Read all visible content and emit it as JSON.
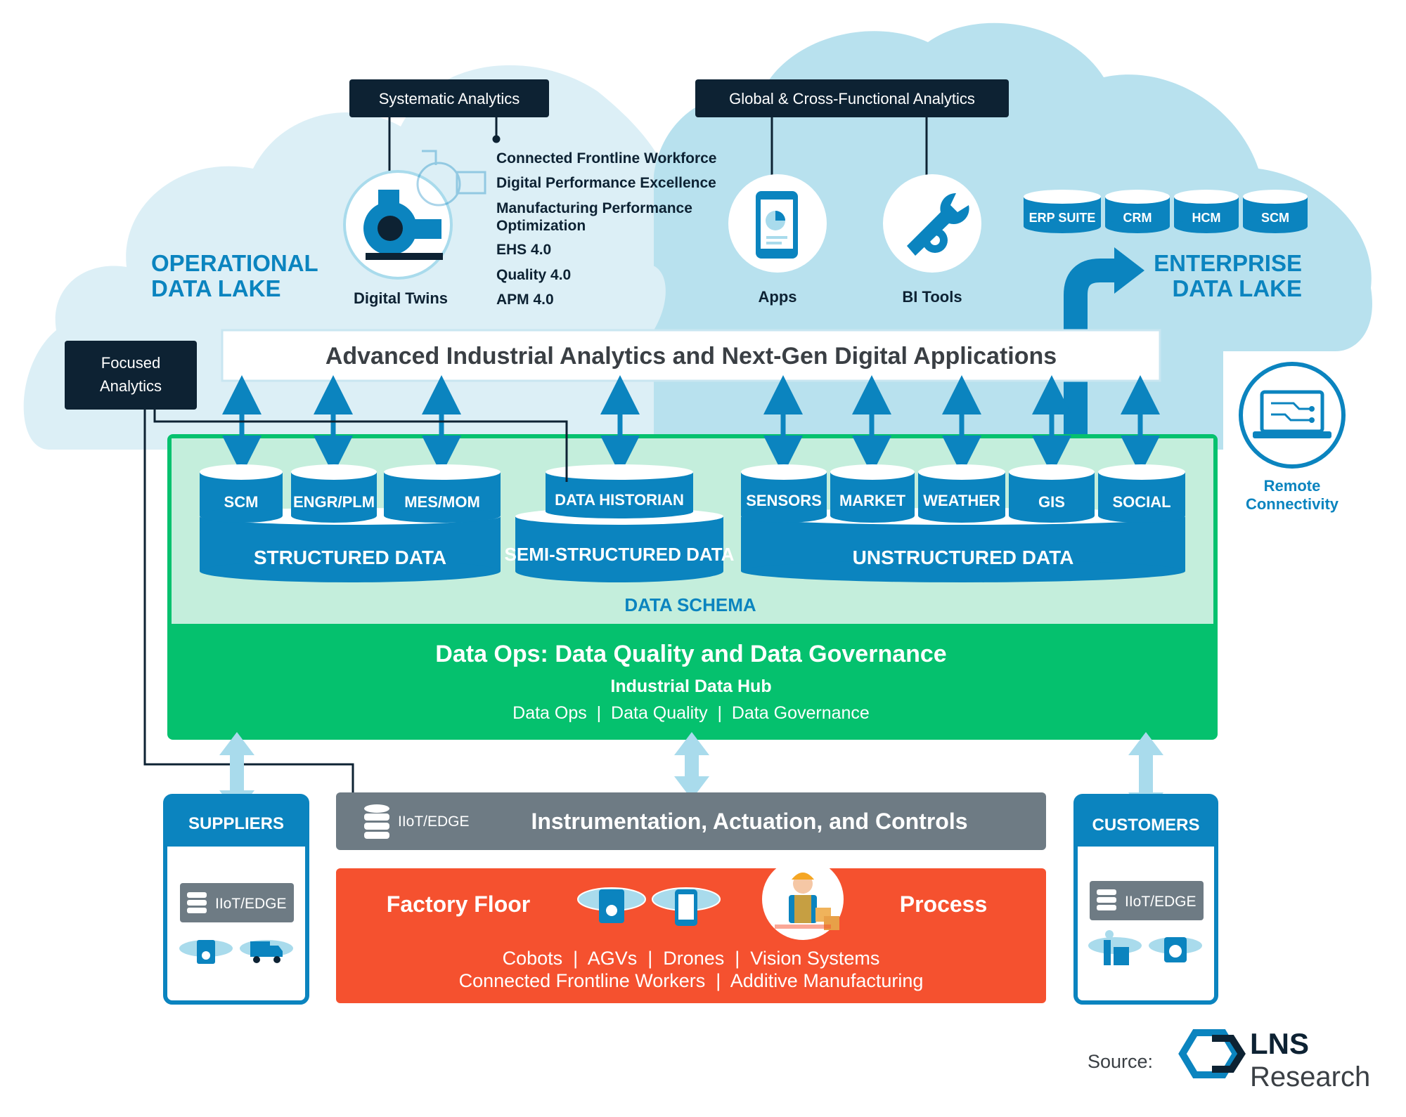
{
  "colors": {
    "cloud_light": "#DCEFF6",
    "cloud_dark": "#B8E1EE",
    "navy": "#0D2233",
    "blue": "#0B84BF",
    "blue_dark": "#0672A8",
    "mint": "#C4EEDC",
    "green": "#05C16E",
    "gray": "#6E7B84",
    "orange": "#F5512F",
    "arrow_light": "#A9DBEC",
    "white": "#FFFFFF"
  },
  "icons": [
    "pump-icon",
    "phone-icon",
    "wrench-icon",
    "laptop-icon",
    "database-icon",
    "truck-icon",
    "gauge-icon",
    "factory-icon",
    "washer-icon",
    "worker-icon",
    "lns-logo-icon"
  ],
  "cloud": {
    "operational_lake": [
      "OPERATIONAL",
      "DATA LAKE"
    ],
    "enterprise_lake": [
      "ENTERPRISE",
      "DATA LAKE"
    ]
  },
  "labels": {
    "systematic": "Systematic Analytics",
    "global": "Global & Cross-Functional Analytics",
    "focused": [
      "Focused",
      "Analytics"
    ]
  },
  "systematic_list": [
    "Connected Frontline Workforce",
    "Digital Performance Excellence",
    "Manufacturing Performance",
    "Optimization",
    "EHS 4.0",
    "Quality 4.0",
    "APM 4.0"
  ],
  "tools": {
    "digital_twins": "Digital Twins",
    "apps": "Apps",
    "bi_tools": "BI Tools"
  },
  "enterprise_dbs": [
    "ERP SUITE",
    "CRM",
    "HCM",
    "SCM"
  ],
  "remote": [
    "Remote",
    "Connectivity"
  ],
  "analytics_banner": "Advanced Industrial Analytics and Next-Gen Digital Applications",
  "data_groups": {
    "structured": {
      "label": "STRUCTURED DATA",
      "items": [
        "SCM",
        "ENGR/PLM",
        "MES/MOM"
      ]
    },
    "semi": {
      "label": "SEMI-STRUCTURED DATA",
      "items": [
        "DATA HISTORIAN"
      ]
    },
    "unstructured": {
      "label": "UNSTRUCTURED DATA",
      "items": [
        "SENSORS",
        "MARKET",
        "WEATHER",
        "GIS",
        "SOCIAL"
      ]
    }
  },
  "schema_label": "DATA SCHEMA",
  "dataops": {
    "title": "Data Ops: Data Quality and Data Governance",
    "hub": "Industrial Data Hub",
    "items_line": "Data Ops  |  Data Quality  |  Data Governance"
  },
  "suppliers": {
    "title": "SUPPLIERS",
    "edge": "IIoT/EDGE"
  },
  "customers": {
    "title": "CUSTOMERS",
    "edge": "IIoT/EDGE"
  },
  "instrumentation": {
    "edge": "IIoT/EDGE",
    "title": "Instrumentation, Actuation, and Controls"
  },
  "factory": {
    "left": "Factory Floor",
    "right": "Process",
    "line1": "Cobots  |  AGVs  |  Drones  |  Vision Systems",
    "line2": "Connected Frontline Workers  |  Additive Manufacturing"
  },
  "source": {
    "label": "Source:",
    "brand": "LNS",
    "brand2": "Research"
  }
}
